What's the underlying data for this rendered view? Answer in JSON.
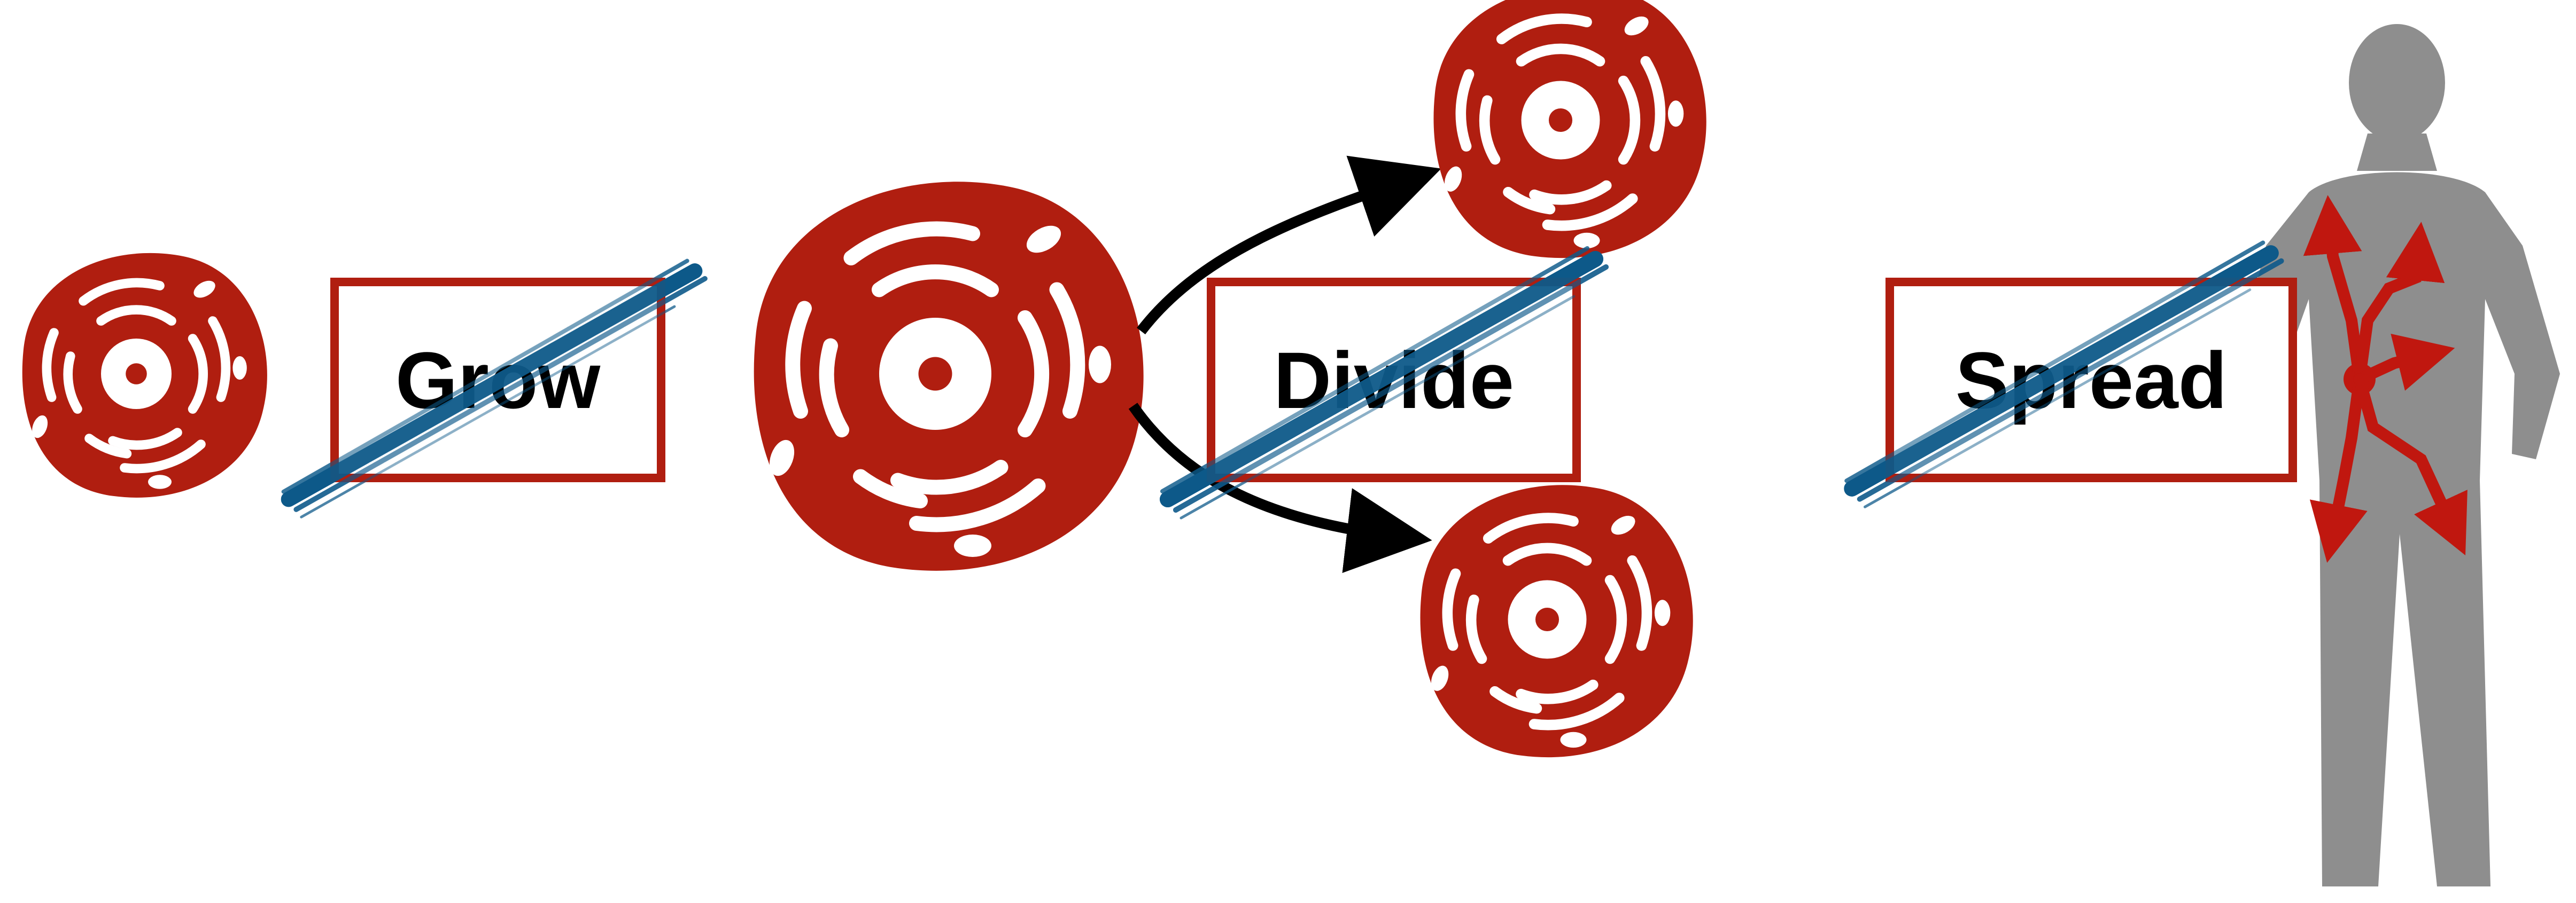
{
  "steps": [
    {
      "label": "Grow"
    },
    {
      "label": "Divide"
    },
    {
      "label": "Spread"
    }
  ],
  "colors": {
    "cell": "#b01e10",
    "cell_detail": "#ffffff",
    "strike": "#0e5a8a",
    "arrow": "#000000",
    "silhouette": "#8e8e8e",
    "spread_arrows": "#c0170f"
  },
  "icons": [
    "small-cell-icon",
    "large-cell-icon",
    "daughter-cell-icon",
    "person-silhouette-icon",
    "cross-out-mark-icon"
  ]
}
